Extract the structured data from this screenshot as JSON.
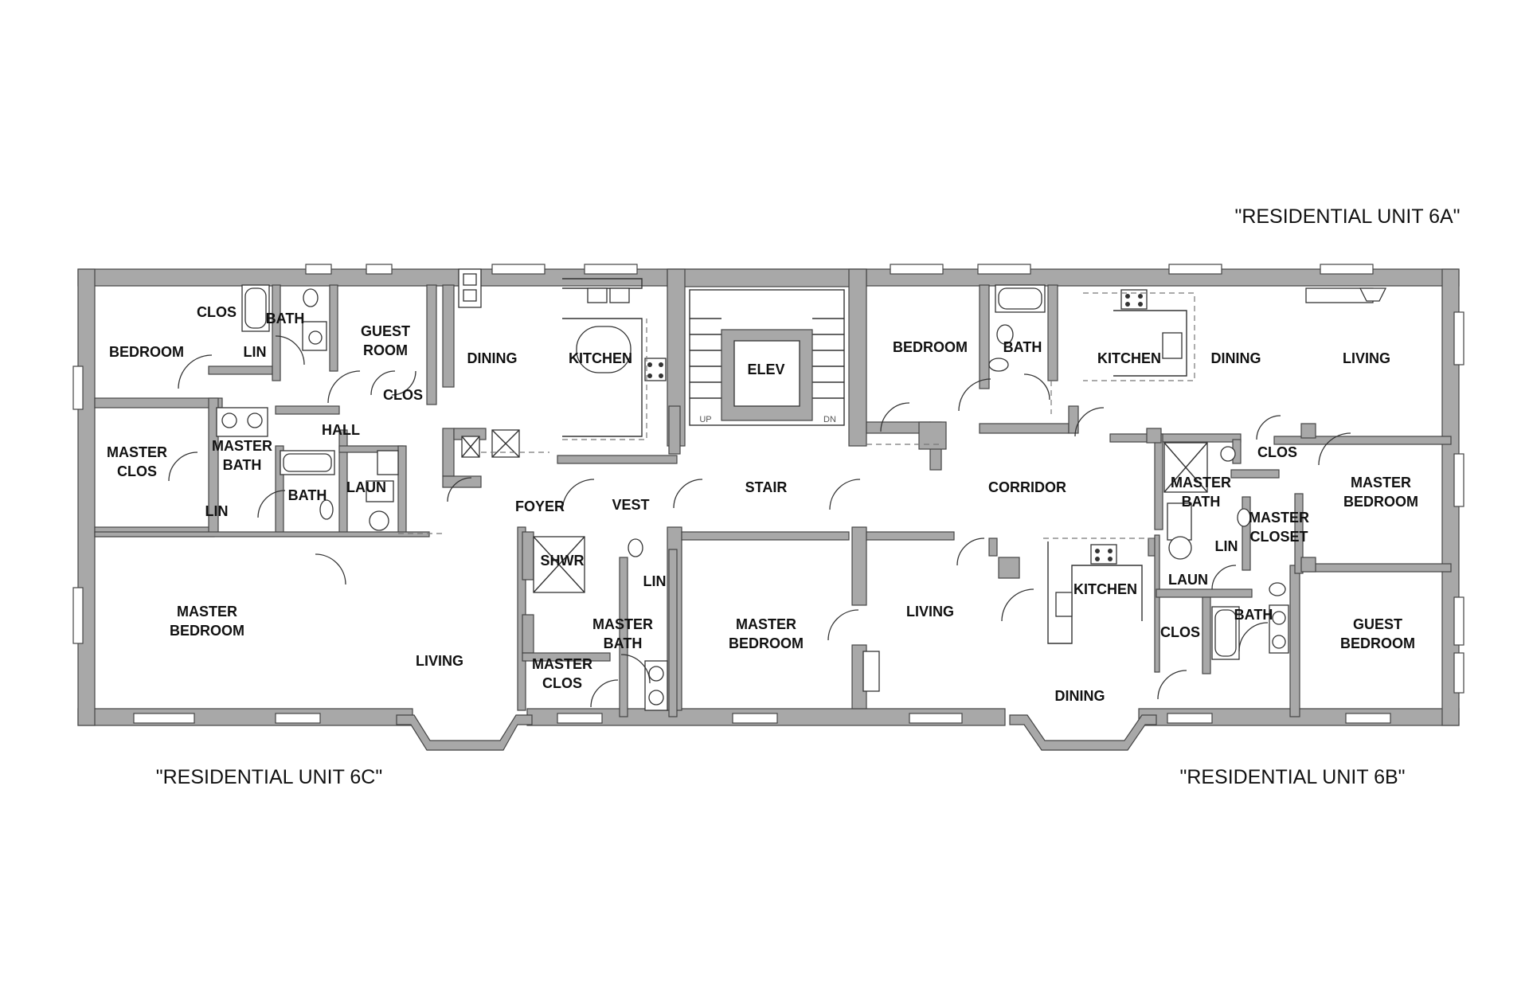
{
  "units": {
    "a": "\"RESIDENTIAL UNIT 6A\"",
    "b": "\"RESIDENTIAL UNIT 6B\"",
    "c": "\"RESIDENTIAL UNIT 6C\""
  },
  "rooms": {
    "c_bedroom": "BEDROOM",
    "c_clos": "CLOS",
    "c_bath1": "BATH",
    "c_lin1": "LIN",
    "c_guest_1": "GUEST",
    "c_guest_2": "ROOM",
    "c_guest_clos": "CLOS",
    "c_master_clos_1": "MASTER",
    "c_master_clos_2": "CLOS",
    "c_master_bath_1": "MASTER",
    "c_master_bath_2": "BATH",
    "c_hall": "HALL",
    "c_bath2": "BATH",
    "c_laun": "LAUN",
    "c_lin2": "LIN",
    "c_master_bed_1": "MASTER",
    "c_master_bed_2": "BEDROOM",
    "c_living": "LIVING",
    "c_dining": "DINING",
    "c_kitchen": "KITCHEN",
    "c_foyer": "FOYER",
    "c_vest": "VEST",
    "core_elev": "ELEV",
    "core_stair": "STAIR",
    "core_up": "UP",
    "core_dn": "DN",
    "core_corridor": "CORRIDOR",
    "b_shwr": "SHWR",
    "b_lin": "LIN",
    "b_master_bath_1": "MASTER",
    "b_master_bath_2": "BATH",
    "b_master_clos_1": "MASTER",
    "b_master_clos_2": "CLOS",
    "b_master_bed_1": "MASTER",
    "b_master_bed_2": "BEDROOM",
    "b_living": "LIVING",
    "b_kitchen": "KITCHEN",
    "b_dining": "DINING",
    "b_laun": "LAUN",
    "b_clos": "CLOS",
    "b_bath": "BATH",
    "b_guest_1": "GUEST",
    "b_guest_2": "BEDROOM",
    "a_bedroom": "BEDROOM",
    "a_bath": "BATH",
    "a_kitchen": "KITCHEN",
    "a_dining": "DINING",
    "a_living": "LIVING",
    "a_master_bath_1": "MASTER",
    "a_master_bath_2": "BATH",
    "a_clos": "CLOS",
    "a_lin": "LIN",
    "a_master_closet_1": "MASTER",
    "a_master_closet_2": "CLOSET",
    "a_master_bed_1": "MASTER",
    "a_master_bed_2": "BEDROOM"
  }
}
